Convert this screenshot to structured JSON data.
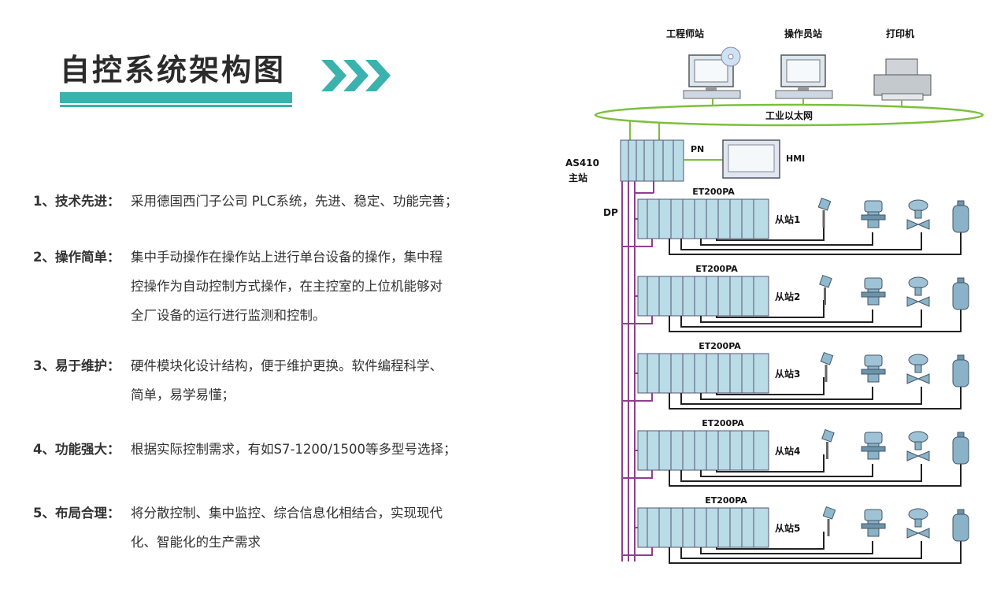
{
  "title": "自控系统架构图",
  "items": [
    {
      "label": "1、技术先进：",
      "lines": [
        "采用德国西门子公司 PLC系统，先进、稳定、功能完善；"
      ]
    },
    {
      "label": "2、操作简单：",
      "lines": [
        "集中手动操作在操作站上进行单台设备的操作，集中程",
        "控操作为自动控制方式操作，在主控室的上位机能够对",
        "全厂设备的运行进行监测和控制。"
      ]
    },
    {
      "label": "3、易于维护：",
      "lines": [
        "硬件模块化设计结构，便于维护更换。软件编程科学、",
        "简单，易学易懂；"
      ]
    },
    {
      "label": "4、功能强大：",
      "lines": [
        "根据实际控制需求，有如S7-1200/1500等多型号选择；"
      ]
    },
    {
      "label": "5、布局合理：",
      "lines": [
        "将分散控制、集中监控、综合信息化相结合，实现现代",
        "化、智能化的生产需求"
      ]
    }
  ],
  "diagram": {
    "engineer_station": "工程师站",
    "operator_station": "操作员站",
    "printer": "打印机",
    "ethernet": "工业以太网",
    "pn": "PN",
    "hmi": "HMI",
    "as410": "AS410",
    "master": "主站",
    "dp": "DP",
    "slaves": [
      {
        "head": "ET200PA",
        "name": "从站1"
      },
      {
        "head": "ET200PA",
        "name": "从站2"
      },
      {
        "head": "ET200PA",
        "name": "从站3"
      },
      {
        "head": "ET200PA",
        "name": "从站4"
      },
      {
        "head": "ET200PA",
        "name": "从站5"
      }
    ]
  },
  "colors": {
    "accent": "#3cb2ae",
    "ethernet": "#7dbf3e",
    "dp_bus": "#8e3f8e",
    "module": "#b9dce6"
  }
}
